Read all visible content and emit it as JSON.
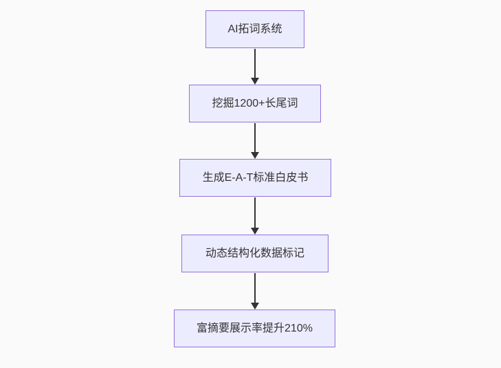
{
  "flowchart": {
    "type": "flowchart",
    "direction": "top-down",
    "nodes": [
      {
        "id": "A",
        "label": "AI拓词系统"
      },
      {
        "id": "B",
        "label": "挖掘1200+长尾词"
      },
      {
        "id": "C",
        "label": "生成E-A-T标准白皮书"
      },
      {
        "id": "D",
        "label": "动态结构化数据标记"
      },
      {
        "id": "E",
        "label": "富摘要展示率提升210%"
      }
    ],
    "edges": [
      {
        "from": "A",
        "to": "B"
      },
      {
        "from": "B",
        "to": "C"
      },
      {
        "from": "C",
        "to": "D"
      },
      {
        "from": "D",
        "to": "E"
      }
    ],
    "colors": {
      "node_fill": "#ECECFF",
      "node_border": "#9370DB",
      "arrow": "#333333",
      "text": "#333333",
      "background": "#FAFAFA"
    }
  }
}
